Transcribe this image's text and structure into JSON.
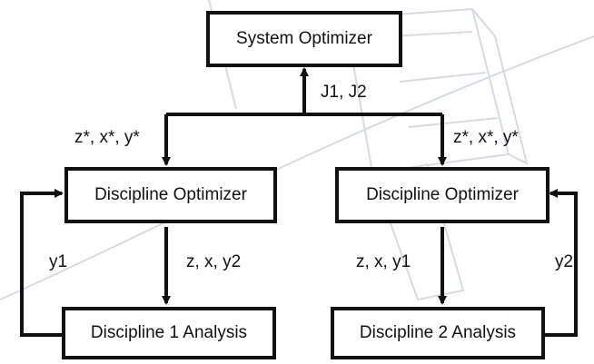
{
  "diagram": {
    "nodes": {
      "system_optimizer": "System Optimizer",
      "discipline_optimizer_1": "Discipline Optimizer",
      "discipline_optimizer_2": "Discipline Optimizer",
      "discipline_analysis_1": "Discipline 1 Analysis",
      "discipline_analysis_2": "Discipline 2 Analysis"
    },
    "edges": {
      "to_system": "J1, J2",
      "to_left_optimizer": "z*, x*, y*",
      "to_right_optimizer": "z*, x*, y*",
      "left_down": "z, x, y2",
      "right_down": "z, x, y1",
      "left_feedback": "y1",
      "right_feedback": "y2"
    },
    "colors": {
      "stroke": "#111111",
      "background": "#ffffff",
      "watermark": "#d6dbe3"
    }
  }
}
